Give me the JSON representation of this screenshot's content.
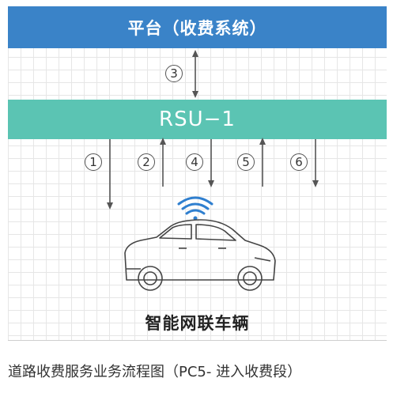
{
  "platform_label": "平台（收费系统）",
  "rsu_label": "RSU−1",
  "vehicle_label": "智能网联车辆",
  "caption": "道路收费服务业务流程图（PC5- 进入收费段）",
  "steps": [
    {
      "num": "3",
      "direction": "bidirectional",
      "between": "platform-rsu"
    },
    {
      "num": "1",
      "direction": "down",
      "between": "rsu-vehicle"
    },
    {
      "num": "2",
      "direction": "up",
      "between": "rsu-vehicle"
    },
    {
      "num": "4",
      "direction": "down",
      "between": "rsu-vehicle"
    },
    {
      "num": "5",
      "direction": "up",
      "between": "rsu-vehicle"
    },
    {
      "num": "6",
      "direction": "down",
      "between": "rsu-vehicle"
    }
  ],
  "colors": {
    "platform_bar": "#3a83c8",
    "rsu_bar": "#5bc4b3",
    "wifi_signal": "#2f7fcf",
    "arrow": "#555555"
  },
  "icons": [
    "wifi-signal-icon",
    "car-icon"
  ]
}
